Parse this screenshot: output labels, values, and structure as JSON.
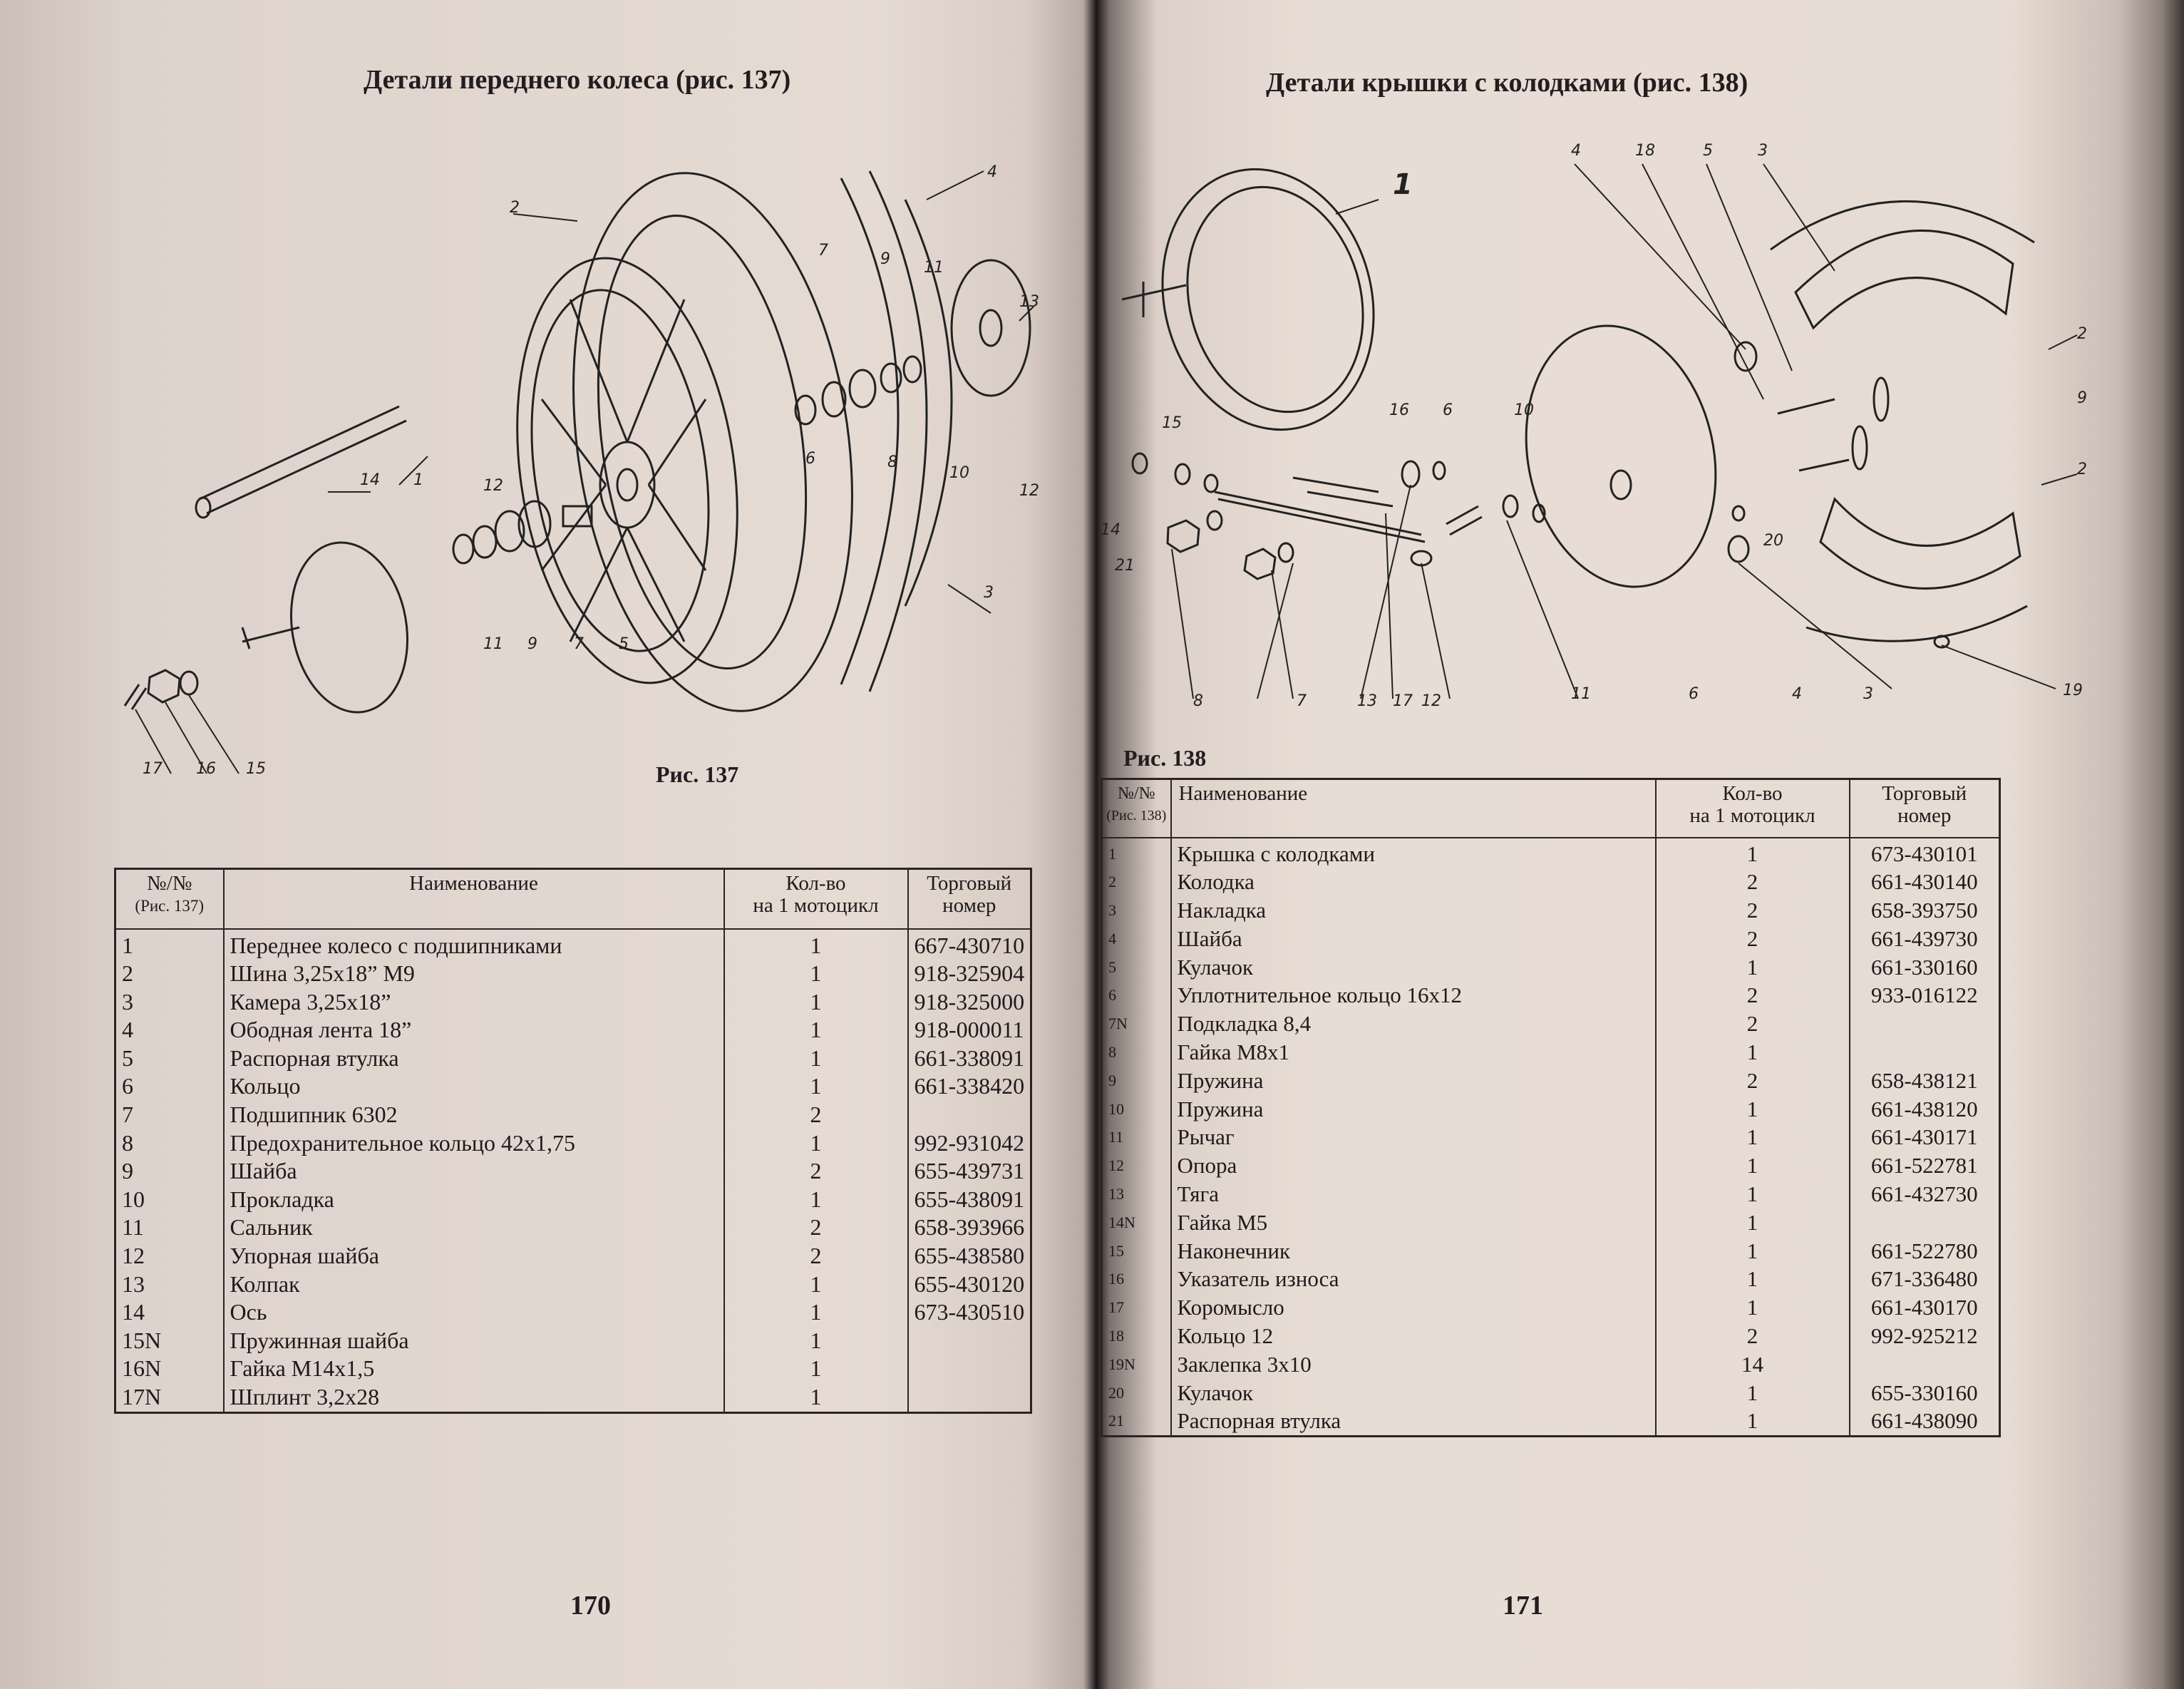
{
  "left_page": {
    "heading": "Детали переднего колеса (рис. 137)",
    "figure_caption": "Рис. 137",
    "page_number": "170",
    "callouts": [
      "1",
      "2",
      "3",
      "4",
      "5",
      "6",
      "7",
      "8",
      "9",
      "10",
      "11",
      "12",
      "13",
      "14",
      "15",
      "16",
      "17",
      "11",
      "9",
      "7",
      "12"
    ],
    "table": {
      "headers": {
        "num": "№/№",
        "num_sub": "(Рис. 137)",
        "name": "Наименование",
        "qty": "Кол-во",
        "qty_sub": "на 1 мотоцикл",
        "trade": "Торговый",
        "trade_sub": "номер"
      },
      "numbers": [
        "1",
        "2",
        "3",
        "4",
        "5",
        "6",
        "7",
        "8",
        "9",
        "10",
        "11",
        "12",
        "13",
        "14",
        "15N",
        "16N",
        "17N"
      ],
      "names": [
        "Переднее колесо с подшипниками",
        "Шина 3,25х18” М9",
        "Камера 3,25х18”",
        "Ободная лента 18”",
        "Распорная втулка",
        "Кольцо",
        "Подшипник 6302",
        "Предохранительное кольцо 42х1,75",
        "Шайба",
        "Прокладка",
        "Сальник",
        "Упорная шайба",
        "Колпак",
        "Ось",
        "Пружинная шайба",
        "Гайка М14х1,5",
        "Шплинт 3,2х28"
      ],
      "quantities": [
        "1",
        "1",
        "1",
        "1",
        "1",
        "1",
        "2",
        "1",
        "2",
        "1",
        "2",
        "2",
        "1",
        "1",
        "1",
        "1",
        "1"
      ],
      "trade_numbers": [
        "667-430710",
        "918-325904",
        "918-325000",
        "918-000011",
        "661-338091",
        "661-338420",
        "",
        "992-931042",
        "655-439731",
        "655-438091",
        "658-393966",
        "655-438580",
        "655-430120",
        "673-430510",
        "",
        "",
        ""
      ]
    }
  },
  "right_page": {
    "heading": "Детали крышки с колодками (рис. 138)",
    "figure_caption": "Рис. 138",
    "page_number": "171",
    "callouts": [
      "1",
      "2",
      "2",
      "3",
      "3",
      "4",
      "4",
      "5",
      "6",
      "6",
      "7",
      "8",
      "9",
      "10",
      "11",
      "12",
      "13",
      "14",
      "15",
      "16",
      "17",
      "18",
      "19",
      "20",
      "21"
    ],
    "table": {
      "headers": {
        "num": "№/№",
        "num_sub": "(Рис. 138)",
        "name": "Наименование",
        "qty": "Кол-во",
        "qty_sub": "на 1 мотоцикл",
        "trade": "Торговый",
        "trade_sub": "номер"
      },
      "numbers": [
        "1",
        "2",
        "3",
        "4",
        "5",
        "6",
        "7N",
        "8",
        "9",
        "10",
        "11",
        "12",
        "13",
        "14N",
        "15",
        "16",
        "17",
        "18",
        "19N",
        "20",
        "21"
      ],
      "names": [
        "Крышка с колодками",
        "Колодка",
        "Накладка",
        "Шайба",
        "Кулачок",
        "Уплотнительное кольцо 16х12",
        "Подкладка 8,4",
        "Гайка М8х1",
        "Пружина",
        "Пружина",
        "Рычаг",
        "Опора",
        "Тяга",
        "Гайка М5",
        "Наконечник",
        "Указатель износа",
        "Коромысло",
        "Кольцо 12",
        "Заклепка 3х10",
        "Кулачок",
        "Распорная втулка"
      ],
      "quantities": [
        "1",
        "2",
        "2",
        "2",
        "1",
        "2",
        "2",
        "1",
        "2",
        "1",
        "1",
        "1",
        "1",
        "1",
        "1",
        "1",
        "1",
        "2",
        "14",
        "1",
        "1"
      ],
      "trade_numbers": [
        "673-430101",
        "661-430140",
        "658-393750",
        "661-439730",
        "661-330160",
        "933-016122",
        "",
        "",
        "658-438121",
        "661-438120",
        "661-430171",
        "661-522781",
        "661-432730",
        "",
        "661-522780",
        "671-336480",
        "661-430170",
        "992-925212",
        "",
        "655-330160",
        "661-438090"
      ]
    }
  }
}
